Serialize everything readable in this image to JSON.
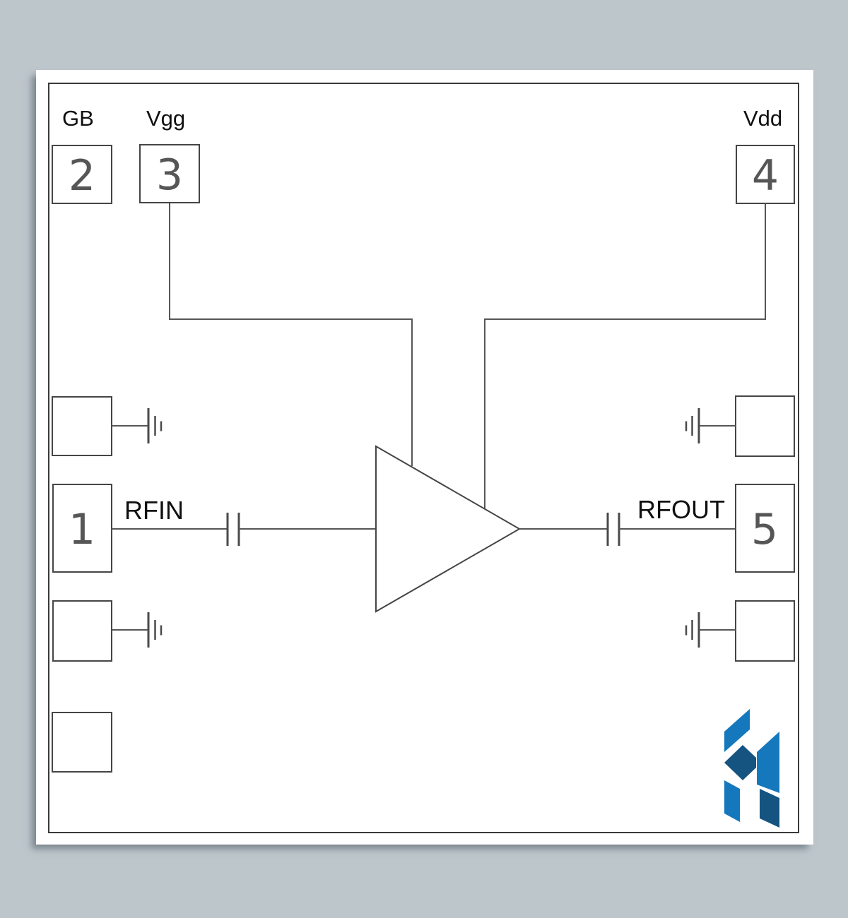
{
  "diagram": {
    "pins": {
      "p1": {
        "num": "1",
        "label": "RFIN"
      },
      "p2": {
        "num": "2",
        "label": "GB"
      },
      "p3": {
        "num": "3",
        "label": "Vgg"
      },
      "p4": {
        "num": "4",
        "label": "Vdd"
      },
      "p5": {
        "num": "5",
        "label": "RFOUT"
      }
    }
  },
  "colors": {
    "background": "#bdc6cb",
    "paper": "#ffffff",
    "line": "#4a4a4a",
    "logo_light": "#1578bd",
    "logo_dark": "#155380"
  },
  "logo": {
    "icon": "hittite-h-logo"
  }
}
